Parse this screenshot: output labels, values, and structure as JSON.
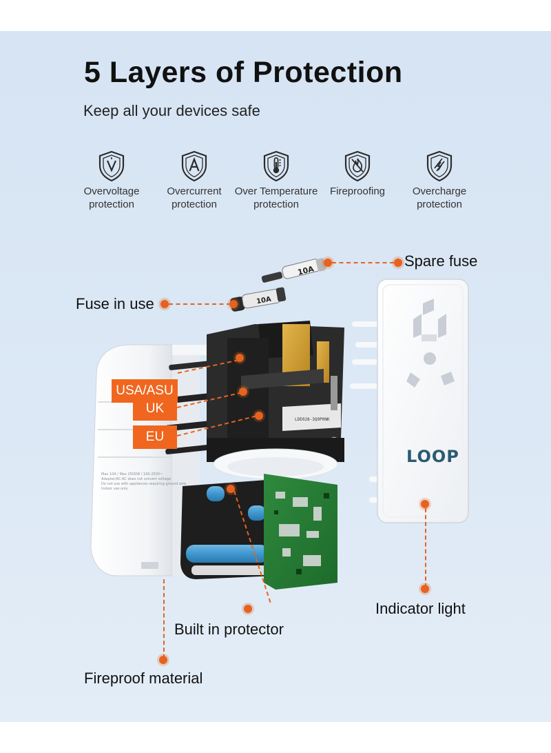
{
  "header": {
    "title": "5 Layers of Protection",
    "subtitle": "Keep all your devices safe"
  },
  "features": [
    {
      "icon": "voltage-shield-icon",
      "label": "Overvoltage\nprotection",
      "glyph": "V"
    },
    {
      "icon": "current-shield-icon",
      "label": "Overcurrent\nprotection",
      "glyph": "A"
    },
    {
      "icon": "thermometer-shield-icon",
      "label": "Over Temperature\nprotection",
      "glyph": ""
    },
    {
      "icon": "fire-shield-icon",
      "label": "Fireproofing",
      "glyph": ""
    },
    {
      "icon": "charge-shield-icon",
      "label": "Overcharge\nprotection",
      "glyph": ""
    }
  ],
  "callouts": {
    "spare_fuse": "Spare fuse",
    "fuse_in_use": "Fuse in use",
    "indicator_light": "Indicator light",
    "built_in_protector": "Built in protector",
    "fireproof_material": "Fireproof material"
  },
  "plug_tags": [
    "USA/ASU",
    "UK",
    "EU"
  ],
  "product": {
    "brand": "LOOP",
    "fuse_rating": "10A"
  },
  "colors": {
    "accent": "#f0661e",
    "background": "#d8e6f4",
    "icon_stroke": "#2b2b2b"
  }
}
